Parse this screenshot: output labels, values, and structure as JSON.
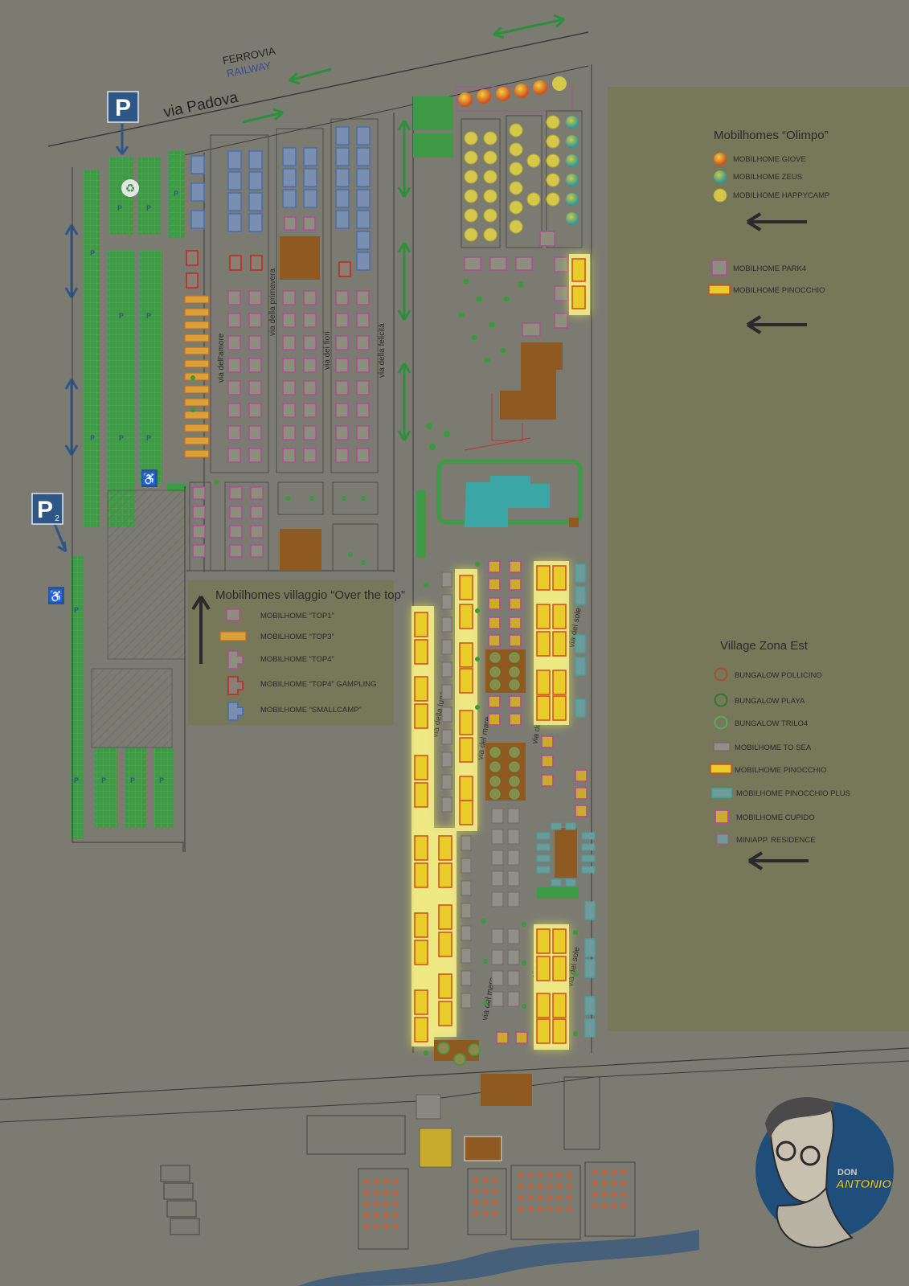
{
  "top_labels": {
    "ferrovia": "FERROVIA",
    "railway": "RAILWAY",
    "via_padova": "via Padova"
  },
  "parking": {
    "p1": "P",
    "p2": "P",
    "p2_sub": "2",
    "stall": "P"
  },
  "streets": {
    "via_amore": "via dell'amore",
    "via_primavera": "via della primavera",
    "via_fiori": "via dei fiori",
    "via_felicita": "via della felicità",
    "via_luna": "via della luna",
    "via_mare": "via del mare",
    "via_stelle": "via delle stelle",
    "via_sole": "via del sole"
  },
  "legend_olimpo": {
    "title": "Mobilhomes “Olimpo”",
    "items": [
      {
        "label": "MOBILHOME GIOVE"
      },
      {
        "label": "MOBILHOME ZEUS"
      },
      {
        "label": "MOBILHOME HAPPYCAMP"
      },
      {
        "label": "MOBILHOME  PARK4"
      },
      {
        "label": "MOBILHOME  PINOCCHIO"
      }
    ]
  },
  "legend_villaggio": {
    "title": "Mobilhomes villaggio “Over the top”",
    "items": [
      {
        "label": "MOBILHOME “TOP1”"
      },
      {
        "label": "MOBILHOME “TOP3”"
      },
      {
        "label": "MOBILHOME “TOP4”"
      },
      {
        "label": "MOBILHOME “TOP4” GAMPLING"
      },
      {
        "label": "MOBILHOME “SMALLCAMP”"
      }
    ]
  },
  "legend_zona_est": {
    "title": "Village Zona Est",
    "items": [
      {
        "label": "BUNGALOW  POLLICINO"
      },
      {
        "label": "BUNGALOW  PLAYA"
      },
      {
        "label": "BUNGALOW  TRILO4"
      },
      {
        "label": "MOBILHOME  TO SEA"
      },
      {
        "label": "MOBILHOME  PINOCCHIO"
      },
      {
        "label": "MOBILHOME  PINOCCHIO PLUS"
      },
      {
        "label": "MOBILHOME  CUPIDO"
      },
      {
        "label": "MINIAPP. RESIDENCE"
      }
    ]
  },
  "logo": {
    "line1": "DON",
    "line2": "ANTONIO"
  },
  "colors": {
    "background": "#7b7b72",
    "legend_panel": "#77775a",
    "green_area": "#3f9a45",
    "blue_parking": "#2f5786",
    "brown_building": "#8f5a22",
    "pool": "#3aa6a6",
    "highlight": "#ffff3c",
    "pinocchio_fill": "#e8cc2a",
    "pinocchio_stroke": "#d24a1e",
    "top_magenta": "#b04d98",
    "top4_red": "#b8362e",
    "smallcamp_blue": "#4a6fae",
    "tree": "#3a9a3a"
  }
}
